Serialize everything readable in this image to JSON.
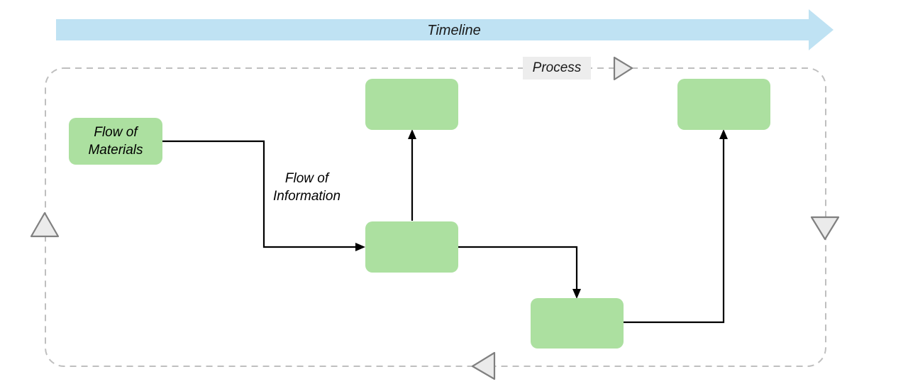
{
  "diagram": {
    "title_bar": {
      "label": "Timeline",
      "color": "#BFE2F3",
      "name": "timeline-arrow"
    },
    "container": {
      "label": "Process",
      "border_color": "#BFBFBF",
      "border_style": "dashed"
    },
    "markers": [
      {
        "name": "marker-triangle-left",
        "direction": "up",
        "fill": "#EBEBEB",
        "stroke": "#808080"
      },
      {
        "name": "marker-triangle-right",
        "direction": "down",
        "fill": "#EBEBEB",
        "stroke": "#808080"
      },
      {
        "name": "marker-triangle-bottom",
        "direction": "left",
        "fill": "#EBEBEB",
        "stroke": "#808080"
      },
      {
        "name": "marker-triangle-top",
        "direction": "right",
        "fill": "#EBEBEB",
        "stroke": "#808080"
      }
    ],
    "node_color": "#ACE0A0",
    "nodes": [
      {
        "id": "flow-of-materials",
        "label": "Flow of\nMaterials"
      },
      {
        "id": "process-step-top-middle",
        "label": ""
      },
      {
        "id": "process-step-top-right",
        "label": ""
      },
      {
        "id": "process-step-middle",
        "label": ""
      },
      {
        "id": "process-step-bottom",
        "label": ""
      }
    ],
    "edge_labels": [
      {
        "id": "flow-of-information",
        "label": "Flow of\nInformation"
      }
    ],
    "connector_color": "#000000"
  }
}
